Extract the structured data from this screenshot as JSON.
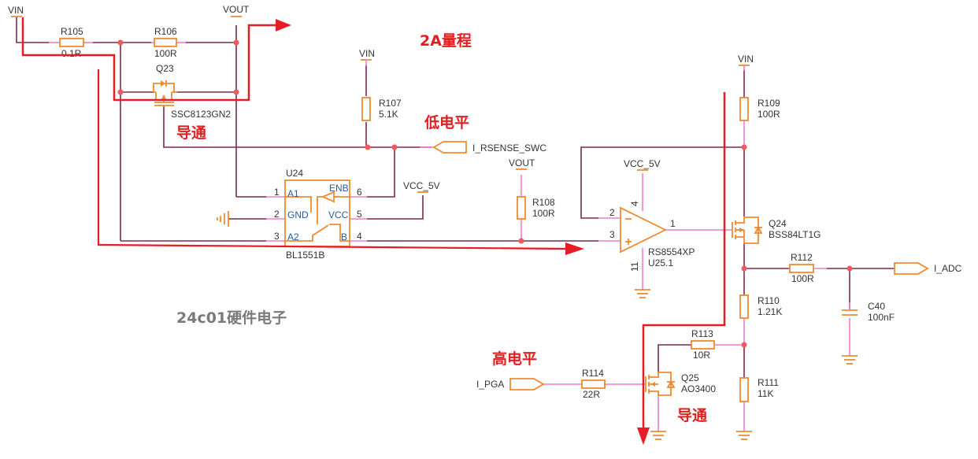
{
  "power_nets": {
    "vin": "VIN",
    "vout": "VOUT",
    "vcc_5v": "VCC_5V"
  },
  "components": {
    "R105": {
      "ref": "R105",
      "value": "0.1R"
    },
    "R106": {
      "ref": "R106",
      "value": "100R"
    },
    "R107": {
      "ref": "R107",
      "value": "5.1K"
    },
    "R108": {
      "ref": "R108",
      "value": "100R"
    },
    "R109": {
      "ref": "R109",
      "value": "100R"
    },
    "R110": {
      "ref": "R110",
      "value": "1.21K"
    },
    "R111": {
      "ref": "R111",
      "value": "11K"
    },
    "R112": {
      "ref": "R112",
      "value": "100R"
    },
    "R113": {
      "ref": "R113",
      "value": "10R"
    },
    "R114": {
      "ref": "R114",
      "value": "22R"
    },
    "C40": {
      "ref": "C40",
      "value": "100nF"
    },
    "Q23": {
      "ref": "Q23",
      "value": "SSC8123GN2"
    },
    "Q24": {
      "ref": "Q24",
      "value": "BSS84LT1G"
    },
    "Q25": {
      "ref": "Q25",
      "value": "AO3400"
    },
    "U24": {
      "ref": "U24",
      "value": "BL1551B",
      "pins": [
        {
          "num": "1",
          "name": "A1"
        },
        {
          "num": "2",
          "name": "GND"
        },
        {
          "num": "3",
          "name": "A2"
        },
        {
          "num": "4",
          "name": "B"
        },
        {
          "num": "5",
          "name": "VCC"
        },
        {
          "num": "6",
          "name": "ENB"
        }
      ]
    },
    "U25": {
      "ref": "U25.1",
      "value": "RS8554XP",
      "pins": {
        "inv": "2",
        "noninv": "3",
        "out": "1",
        "vplus": "4",
        "vminus": "11"
      }
    }
  },
  "net_ports": {
    "i_rsense_swc": "I_RSENSE_SWC",
    "i_adc": "I_ADC",
    "i_pga": "I_PGA"
  },
  "annotations": {
    "range_2a": "2A量程",
    "low_level": "低电平",
    "conducting_q23": "导通",
    "high_level": "高电平",
    "conducting_q25": "导通"
  },
  "watermark": "24c01硬件电子",
  "colors": {
    "wire": "#7a2a52",
    "pin": "#f07bc8",
    "component": "#f08a30",
    "junction": "#f05a5a",
    "current_flow": "#e81c24",
    "annotation": "#e02020"
  }
}
